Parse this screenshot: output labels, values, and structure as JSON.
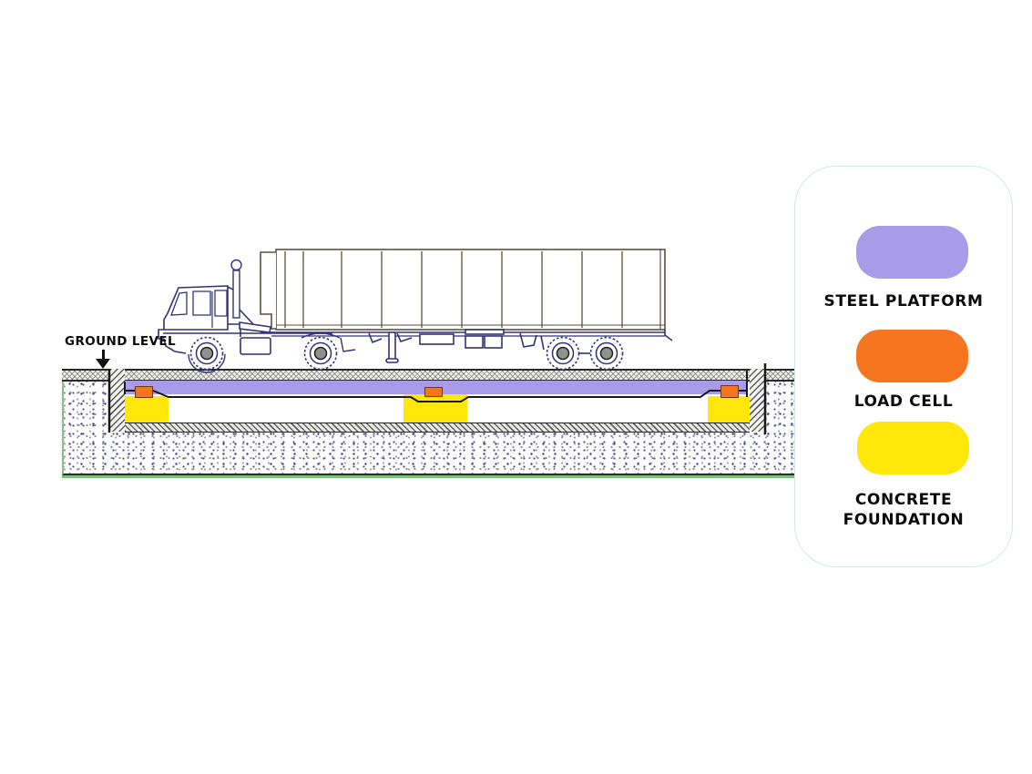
{
  "diagram": {
    "ground_label": "GROUND LEVEL",
    "structure": {
      "steel_platform_color": "#a89ce8",
      "load_cell_color": "#f5761e",
      "concrete_foundation_color": "#ffe70a",
      "load_cell_count": 3,
      "foundation_block_count": 3,
      "ground_edge_color": "#7cbe7c"
    },
    "vehicle": {
      "outline_color": "#32327a",
      "container_outline_color": "#5e5138",
      "visible_wheel_count": 4
    }
  },
  "legend": {
    "items": [
      {
        "id": "steel-platform",
        "label": "STEEL PLATFORM",
        "color": "#a89ce8"
      },
      {
        "id": "load-cell",
        "label": "LOAD CELL",
        "color": "#f5761e"
      },
      {
        "id": "concrete-foundation",
        "label": "CONCRETE FOUNDATION",
        "color": "#ffe70a"
      }
    ]
  }
}
